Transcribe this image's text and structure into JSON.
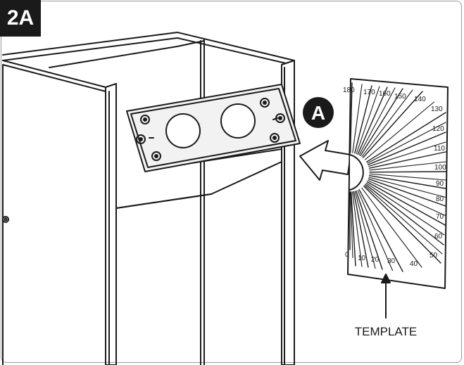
{
  "step_label": "2A",
  "callout_label": "A",
  "template_label": "TEMPLATE",
  "template_ticks": [
    "0",
    "10",
    "20",
    "30",
    "40",
    "50",
    "60",
    "70",
    "80",
    "90",
    "100",
    "110",
    "120",
    "130",
    "140",
    "150",
    "160",
    "170",
    "180"
  ],
  "colors": {
    "ink": "#1a1a1a",
    "badge_bg": "#1a1a1a",
    "badge_fg": "#ffffff",
    "frame": "#9a9a9a",
    "plate_fill": "#f2f2f2"
  }
}
